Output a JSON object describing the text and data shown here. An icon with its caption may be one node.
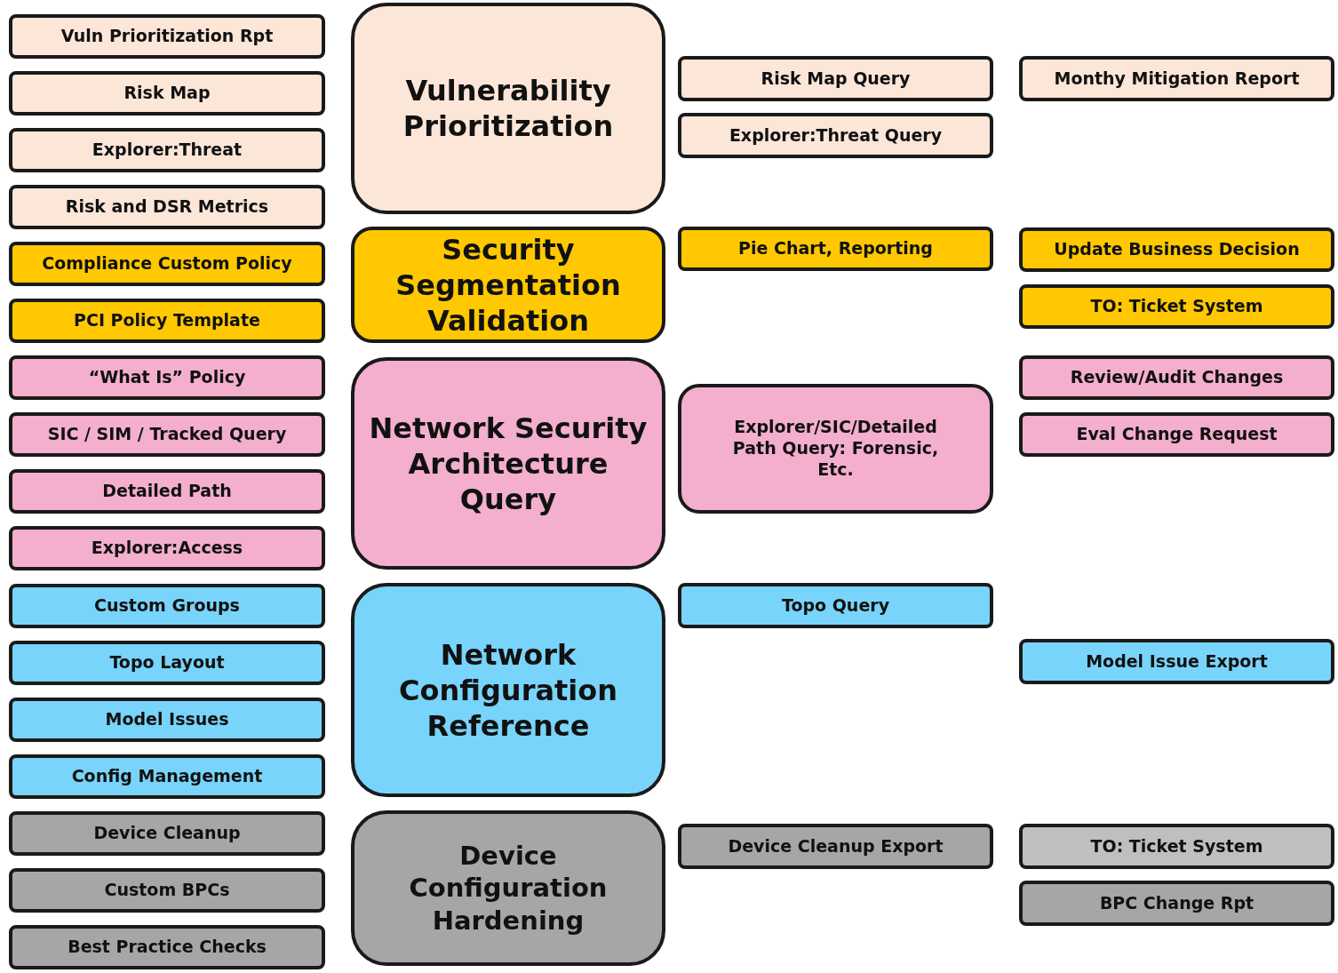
{
  "diagram": {
    "nodes": [
      {
        "text": [
          "Vuln Prioritization Rpt"
        ]
      },
      {
        "text": [
          "Risk Map"
        ]
      },
      {
        "text": [
          "Explorer:Threat"
        ]
      },
      {
        "text": [
          "Risk and DSR Metrics"
        ]
      },
      {
        "text": [
          "Compliance Custom Policy"
        ]
      },
      {
        "text": [
          "PCI Policy Template"
        ]
      },
      {
        "text": [
          "“What Is” Policy"
        ]
      },
      {
        "text": [
          "SIC / SIM / Tracked Query"
        ]
      },
      {
        "text": [
          "Detailed Path"
        ]
      },
      {
        "text": [
          "Explorer:Access"
        ]
      },
      {
        "text": [
          "Custom Groups"
        ]
      },
      {
        "text": [
          "Topo Layout"
        ]
      },
      {
        "text": [
          "Model Issues"
        ]
      },
      {
        "text": [
          "Config Management"
        ]
      },
      {
        "text": [
          "Device Cleanup"
        ]
      },
      {
        "text": [
          "Custom BPCs"
        ]
      },
      {
        "text": [
          "Best Practice Checks"
        ]
      },
      {
        "text": [
          "Vulnerability Prioritization"
        ]
      },
      {
        "text": [
          "Security Segmentation Validation"
        ]
      },
      {
        "text": [
          "Network Security Architecture Query"
        ]
      },
      {
        "text": [
          "Network Configuration Reference"
        ]
      },
      {
        "text": [
          "Device Configuration Hardening"
        ]
      },
      {
        "text": [
          "Risk Map Query"
        ]
      },
      {
        "text": [
          "Explorer:Threat Query"
        ]
      },
      {
        "text": [
          "Pie Chart, Reporting"
        ]
      },
      {
        "text": [
          "Explorer/SIC/Detailed Path Query: Forensic, Etc."
        ]
      },
      {
        "text": [
          "Topo Query"
        ]
      },
      {
        "text": [
          "Device Cleanup Export"
        ]
      },
      {
        "text": [
          "Monthy Mitigation Report"
        ]
      },
      {
        "text": [
          "Update Business Decision"
        ]
      },
      {
        "text": [
          "TO: Ticket System"
        ]
      },
      {
        "text": [
          "Review/Audit Changes"
        ]
      },
      {
        "text": [
          "Eval Change Request"
        ]
      },
      {
        "text": [
          "Model Issue Export"
        ]
      },
      {
        "text": [
          "TO: Ticket System"
        ]
      },
      {
        "text": [
          "BPC Change Rpt"
        ]
      }
    ]
  }
}
